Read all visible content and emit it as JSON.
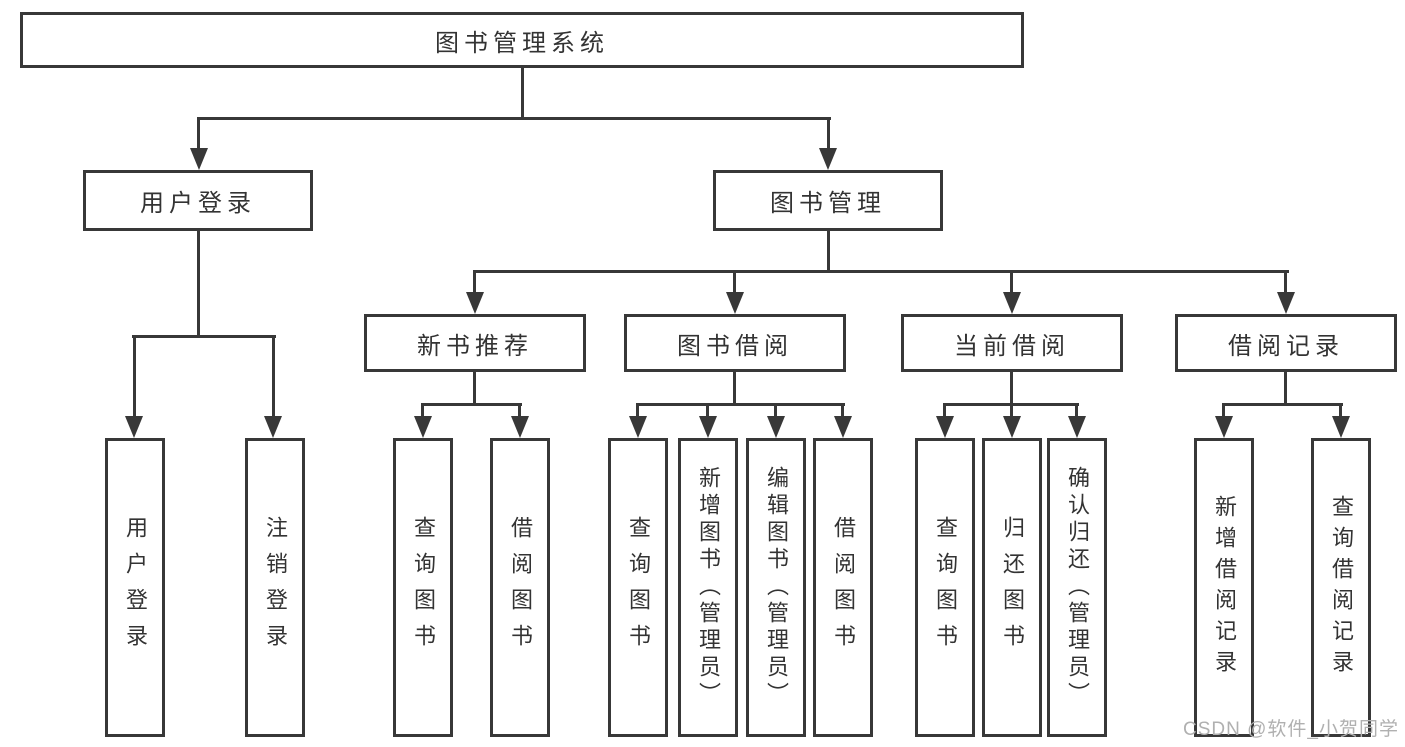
{
  "diagram": {
    "root": {
      "label": "图书管理系统",
      "children": [
        {
          "label": "用户登录",
          "children": [
            {
              "label": "用户登录"
            },
            {
              "label": "注销登录"
            }
          ]
        },
        {
          "label": "图书管理",
          "children": [
            {
              "label": "新书推荐",
              "children": [
                {
                  "label": "查询图书"
                },
                {
                  "label": "借阅图书"
                }
              ]
            },
            {
              "label": "图书借阅",
              "children": [
                {
                  "label": "查询图书"
                },
                {
                  "label": "新增图书（管理员）"
                },
                {
                  "label": "编辑图书（管理员）"
                },
                {
                  "label": "借阅图书"
                }
              ]
            },
            {
              "label": "当前借阅",
              "children": [
                {
                  "label": "查询图书"
                },
                {
                  "label": "归还图书"
                },
                {
                  "label": "确认归还（管理员）"
                }
              ]
            },
            {
              "label": "借阅记录",
              "children": [
                {
                  "label": "新增借阅记录"
                },
                {
                  "label": "查询借阅记录"
                }
              ]
            }
          ]
        }
      ]
    }
  },
  "watermark": {
    "text": "CSDN @软件_小贺同学"
  },
  "colors": {
    "line": "#383838",
    "text": "#333333",
    "watermark": "#b0b0b0",
    "background": "#ffffff"
  }
}
